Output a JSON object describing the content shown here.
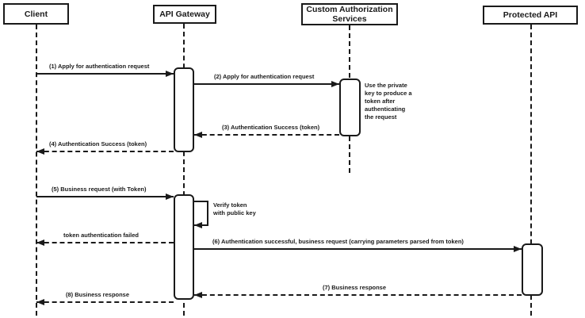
{
  "diagram": {
    "type": "sequence-diagram",
    "actors": [
      {
        "id": "client",
        "label": "Client"
      },
      {
        "id": "api-gateway",
        "label": "API Gateway"
      },
      {
        "id": "custom-authorization-services",
        "label": "Custom Authorization\nServices"
      },
      {
        "id": "protected-api",
        "label": "Protected API"
      }
    ],
    "messages": [
      {
        "label": "(1) Apply for authentication request",
        "from": "Client",
        "to": "API Gateway",
        "style": "solid"
      },
      {
        "label": "(2) Apply for authentication request",
        "from": "API Gateway",
        "to": "Custom Authorization Services",
        "style": "solid"
      },
      {
        "label": "(3) Authentication Success (token)",
        "from": "Custom Authorization Services",
        "to": "API Gateway",
        "style": "dashed"
      },
      {
        "label": "(4) Authentication Success (token)",
        "from": "API Gateway",
        "to": "Client",
        "style": "dashed"
      },
      {
        "label": "(5) Business request (with Token)",
        "from": "Client",
        "to": "API Gateway",
        "style": "solid"
      },
      {
        "label": "Verify token\nwith public key",
        "from": "API Gateway",
        "to": "API Gateway",
        "style": "self"
      },
      {
        "label": "token authentication failed",
        "from": "API Gateway",
        "to": "Client",
        "style": "dashed"
      },
      {
        "label": "(6) Authentication successful, business request (carrying parameters parsed from token)",
        "from": "API Gateway",
        "to": "Protected API",
        "style": "solid"
      },
      {
        "label": "(7) Business response",
        "from": "Protected API",
        "to": "API Gateway",
        "style": "dashed"
      },
      {
        "label": "(8) Business response",
        "from": "API Gateway",
        "to": "Client",
        "style": "dashed"
      }
    ],
    "note": {
      "text": "Use the private\nkey to produce a\ntoken after\nauthenticating\nthe request"
    },
    "colors": {
      "line": "#1a1a1a",
      "fill": "#ffffff",
      "background": "#ffffff"
    }
  }
}
